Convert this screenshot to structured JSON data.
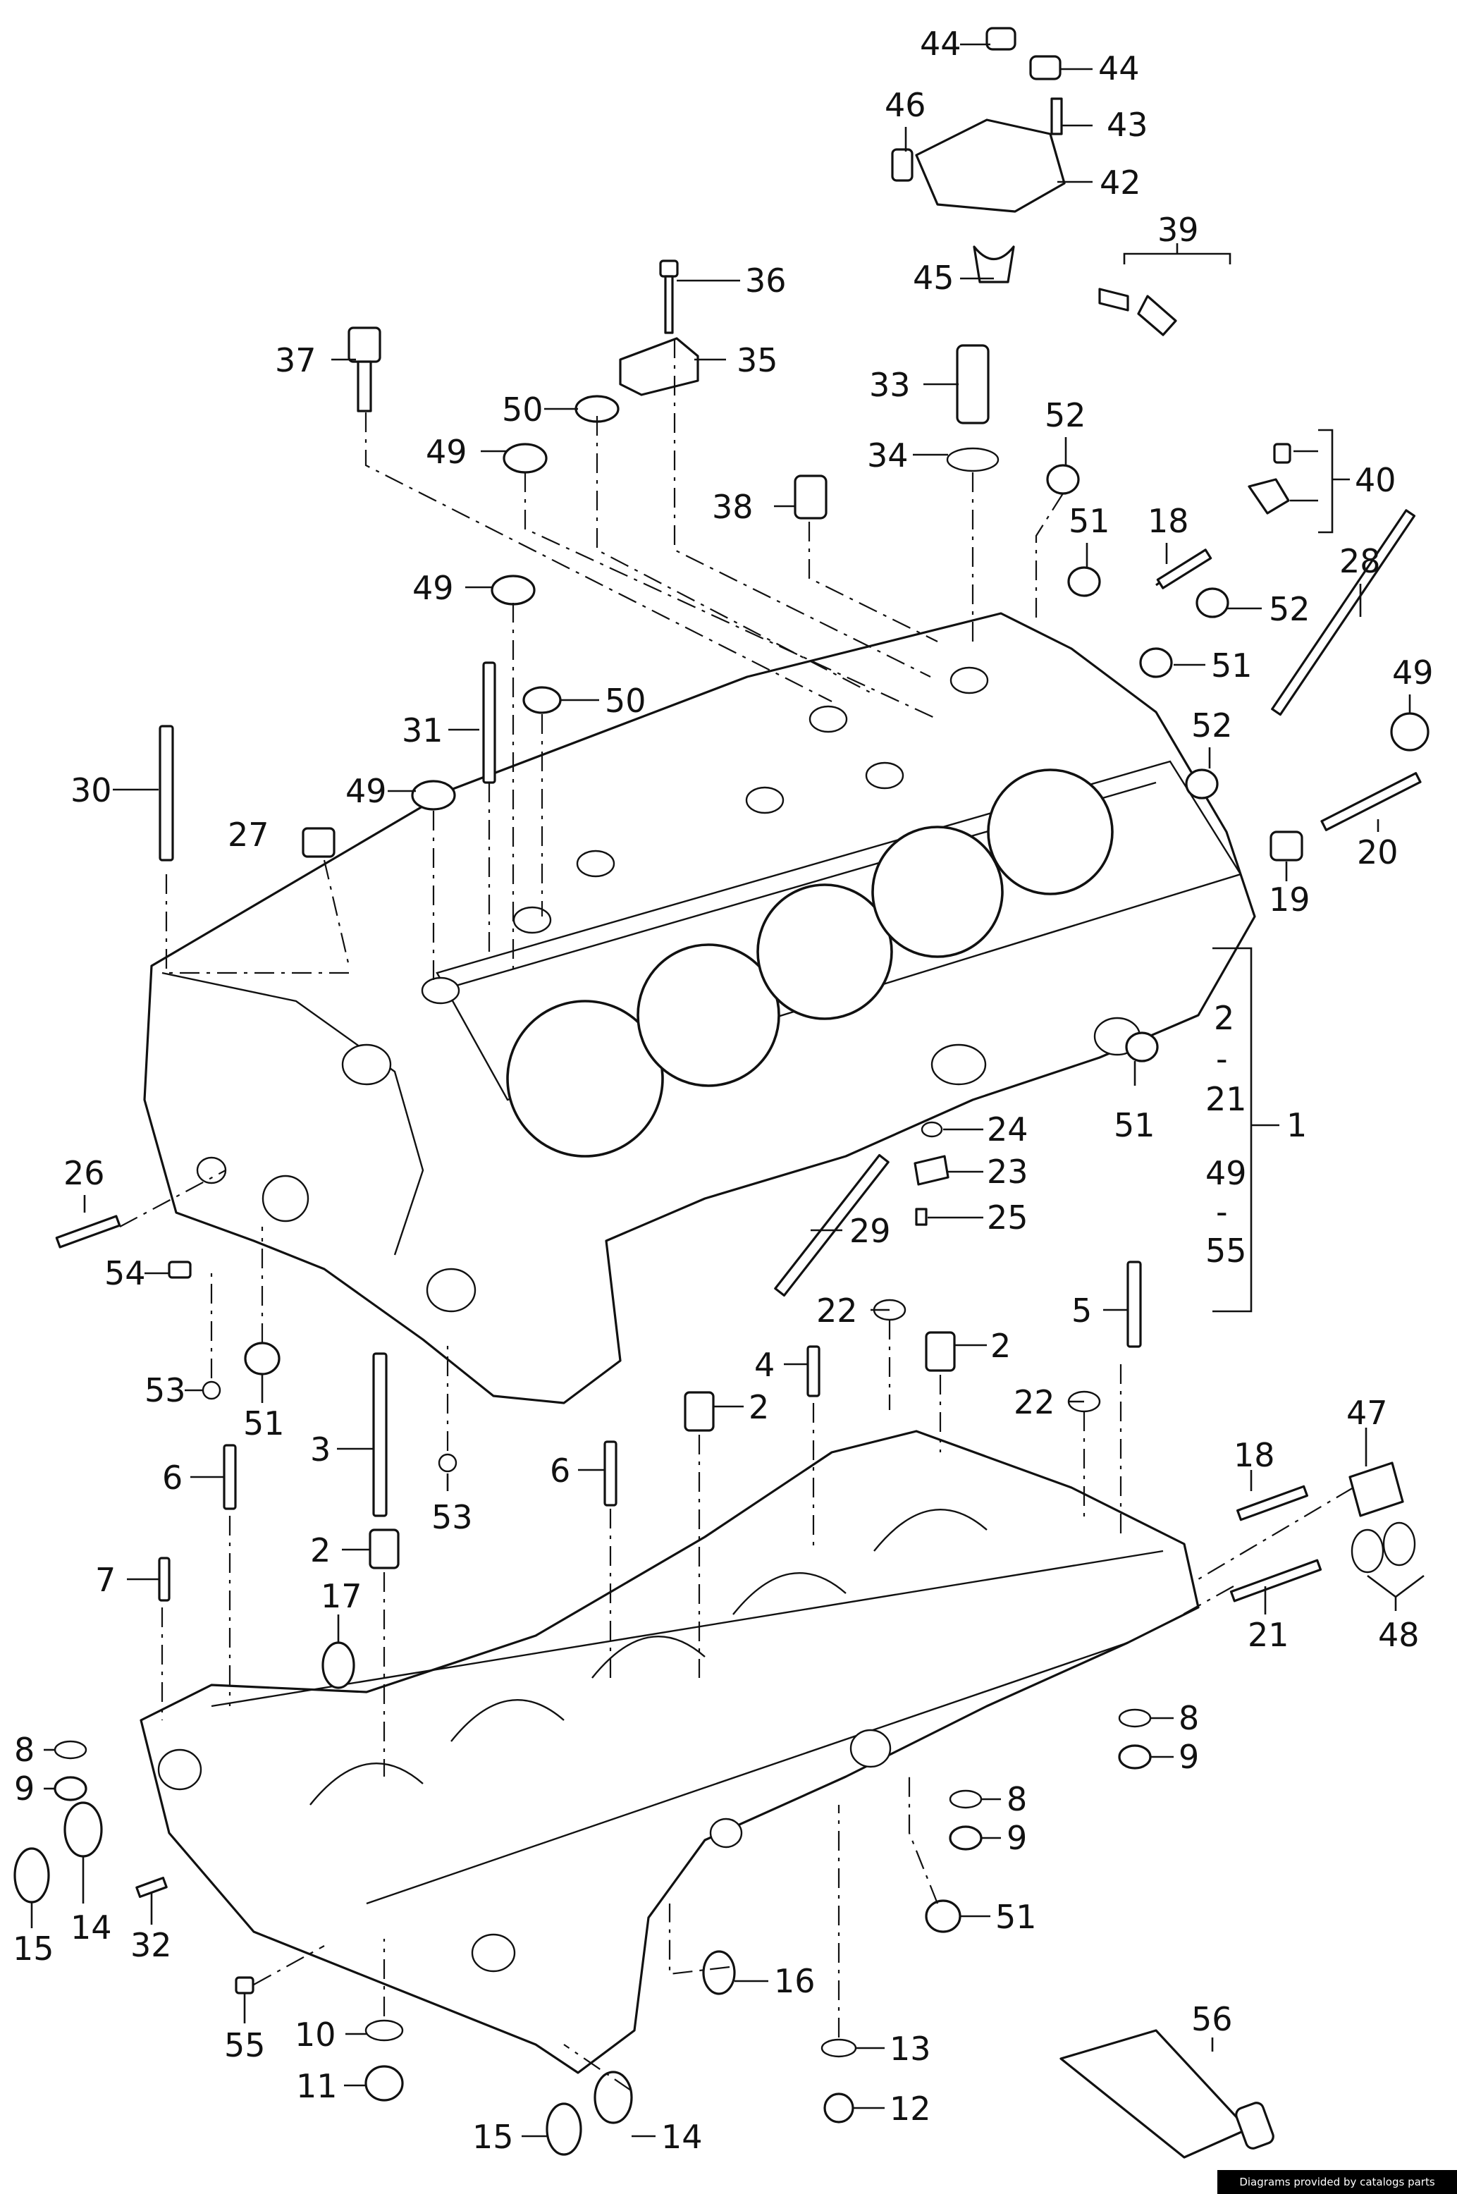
{
  "callouts": [
    {
      "id": "44",
      "label": "44"
    },
    {
      "id": "44b",
      "label": "44"
    },
    {
      "id": "46",
      "label": "46"
    },
    {
      "id": "43",
      "label": "43"
    },
    {
      "id": "42",
      "label": "42"
    },
    {
      "id": "39",
      "label": "39"
    },
    {
      "id": "45",
      "label": "45"
    },
    {
      "id": "36",
      "label": "36"
    },
    {
      "id": "37",
      "label": "37"
    },
    {
      "id": "35",
      "label": "35"
    },
    {
      "id": "33",
      "label": "33"
    },
    {
      "id": "50",
      "label": "50"
    },
    {
      "id": "52",
      "label": "52"
    },
    {
      "id": "49",
      "label": "49"
    },
    {
      "id": "34",
      "label": "34"
    },
    {
      "id": "40",
      "label": "40"
    },
    {
      "id": "38",
      "label": "38"
    },
    {
      "id": "51",
      "label": "51"
    },
    {
      "id": "18",
      "label": "18"
    },
    {
      "id": "49b",
      "label": "49"
    },
    {
      "id": "52b",
      "label": "52"
    },
    {
      "id": "28",
      "label": "28"
    },
    {
      "id": "51b",
      "label": "51"
    },
    {
      "id": "49c",
      "label": "49"
    },
    {
      "id": "31",
      "label": "31"
    },
    {
      "id": "50b",
      "label": "50"
    },
    {
      "id": "52c",
      "label": "52"
    },
    {
      "id": "30",
      "label": "30"
    },
    {
      "id": "49d",
      "label": "49"
    },
    {
      "id": "27",
      "label": "27"
    },
    {
      "id": "20",
      "label": "20"
    },
    {
      "id": "19",
      "label": "19"
    },
    {
      "id": "g2",
      "label": "2"
    },
    {
      "id": "gdash1",
      "label": "-"
    },
    {
      "id": "g21",
      "label": "21"
    },
    {
      "id": "1",
      "label": "1"
    },
    {
      "id": "51c",
      "label": "51"
    },
    {
      "id": "g49",
      "label": "49"
    },
    {
      "id": "gdash2",
      "label": "-"
    },
    {
      "id": "g55",
      "label": "55"
    },
    {
      "id": "24",
      "label": "24"
    },
    {
      "id": "23",
      "label": "23"
    },
    {
      "id": "26",
      "label": "26"
    },
    {
      "id": "25",
      "label": "25"
    },
    {
      "id": "29",
      "label": "29"
    },
    {
      "id": "54",
      "label": "54"
    },
    {
      "id": "5",
      "label": "5"
    },
    {
      "id": "22",
      "label": "22"
    },
    {
      "id": "2a",
      "label": "2"
    },
    {
      "id": "4",
      "label": "4"
    },
    {
      "id": "22b",
      "label": "22"
    },
    {
      "id": "53",
      "label": "53"
    },
    {
      "id": "51d",
      "label": "51"
    },
    {
      "id": "2b",
      "label": "2"
    },
    {
      "id": "47",
      "label": "47"
    },
    {
      "id": "3",
      "label": "3"
    },
    {
      "id": "6",
      "label": "6"
    },
    {
      "id": "6b",
      "label": "6"
    },
    {
      "id": "53b",
      "label": "53"
    },
    {
      "id": "18b",
      "label": "18"
    },
    {
      "id": "2c",
      "label": "2"
    },
    {
      "id": "48",
      "label": "48"
    },
    {
      "id": "7",
      "label": "7"
    },
    {
      "id": "17",
      "label": "17"
    },
    {
      "id": "21",
      "label": "21"
    },
    {
      "id": "8",
      "label": "8"
    },
    {
      "id": "9",
      "label": "9"
    },
    {
      "id": "8b",
      "label": "8"
    },
    {
      "id": "9b",
      "label": "9"
    },
    {
      "id": "8c",
      "label": "8"
    },
    {
      "id": "9c",
      "label": "9"
    },
    {
      "id": "15",
      "label": "15"
    },
    {
      "id": "14",
      "label": "14"
    },
    {
      "id": "32",
      "label": "32"
    },
    {
      "id": "51e",
      "label": "51"
    },
    {
      "id": "16",
      "label": "16"
    },
    {
      "id": "55",
      "label": "55"
    },
    {
      "id": "10",
      "label": "10"
    },
    {
      "id": "13",
      "label": "13"
    },
    {
      "id": "11",
      "label": "11"
    },
    {
      "id": "56",
      "label": "56"
    },
    {
      "id": "12",
      "label": "12"
    },
    {
      "id": "15b",
      "label": "15"
    },
    {
      "id": "14b",
      "label": "14"
    }
  ],
  "credit": "Diagrams provided by catalogs parts"
}
